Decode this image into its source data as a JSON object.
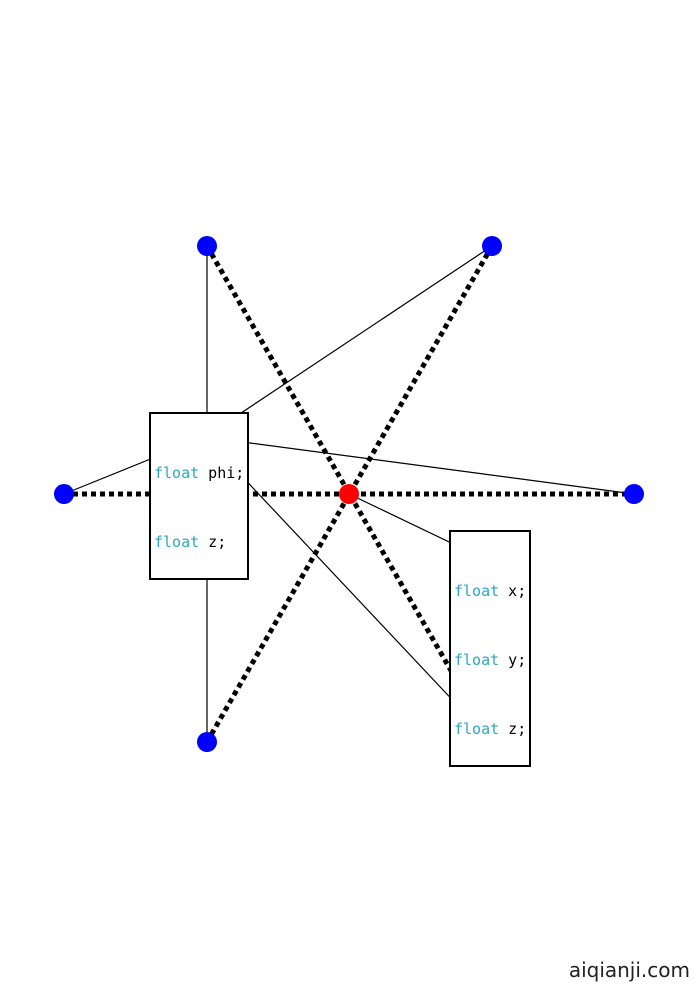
{
  "colors": {
    "vertex": "#0000ff",
    "center": "#ff0000",
    "keyword": "#2aa9c1",
    "line": "#000000"
  },
  "code_boxes": {
    "polar": {
      "lines": [
        {
          "keyword": "float",
          "rest": " phi;"
        },
        {
          "keyword": "float",
          "rest": " z;"
        }
      ]
    },
    "cartesian": {
      "lines": [
        {
          "keyword": "float",
          "rest": " x;"
        },
        {
          "keyword": "float",
          "rest": " y;"
        },
        {
          "keyword": "float",
          "rest": " z;"
        }
      ]
    }
  },
  "watermark": "aiqianji.com"
}
